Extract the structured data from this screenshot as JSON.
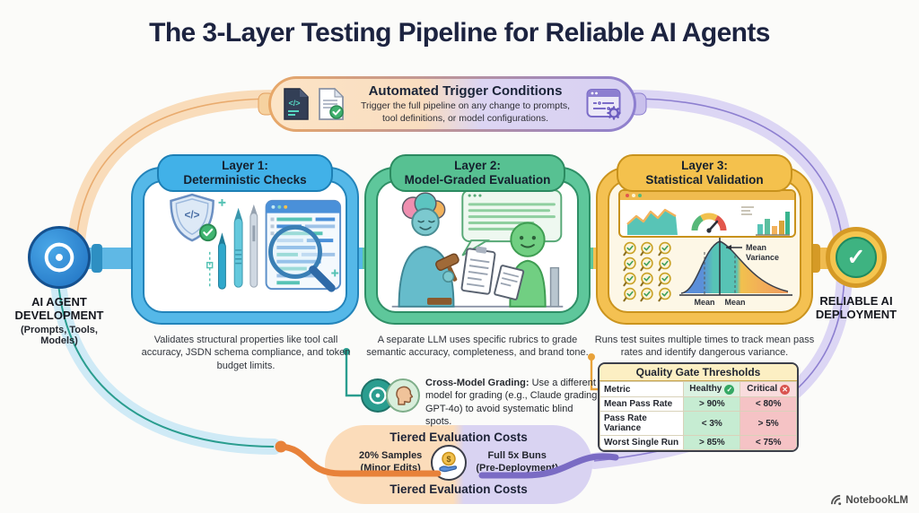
{
  "title": "The 3-Layer Testing Pipeline for Reliable AI Agents",
  "trigger": {
    "title": "Automated Trigger Conditions",
    "description": "Trigger the full pipeline on any change to prompts, tool definitions, or model configurations."
  },
  "nodes": {
    "start": {
      "line1": "AI AGENT",
      "line2": "DEVELOPMENT",
      "sublabel": "(Prompts, Tools, Models)"
    },
    "end": {
      "line1": "RELIABLE AI",
      "line2": "DEPLOYMENT"
    }
  },
  "layers": [
    {
      "title_line1": "Layer 1:",
      "title_line2": "Deterministic Checks",
      "description": "Validates structural properties like tool call accuracy, JSDN schema compliance, and token budget limits."
    },
    {
      "title_line1": "Layer 2:",
      "title_line2": "Model-Graded Evaluation",
      "description": "A separate LLM uses specific rubrics to grade semantic accuracy, completeness, and brand tone."
    },
    {
      "title_line1": "Layer 3:",
      "title_line2": "Statistical Validation",
      "description": "Runs test suites multiple times to track mean pass rates and identify dangerous variance."
    }
  ],
  "cross_model": {
    "label": "Cross-Model Grading:",
    "text": " Use a different model for grading (e.g., Claude grading GPT-4o) to avoid systematic blind spots."
  },
  "quality_gate": {
    "title": "Quality Gate Thresholds",
    "columns": {
      "metric": "Metric",
      "healthy": "Healthy",
      "critical": "Critical"
    },
    "rows": [
      {
        "metric": "Mean Pass Rate",
        "healthy": "> 90%",
        "critical": "< 80%"
      },
      {
        "metric": "Pass Rate Variance",
        "healthy": "< 3%",
        "critical": "> 5%"
      },
      {
        "metric": "Worst Single Run",
        "healthy": "> 85%",
        "critical": "< 75%"
      }
    ]
  },
  "costs": {
    "title_top": "Tiered Evaluation Costs",
    "left_line1": "20% Samples",
    "left_line2": "(Minor Edits)",
    "right_line1": "Full 5x Buns",
    "right_line2": "(Pre-Deployment)",
    "title_bottom": "Tiered Evaluation Costs"
  },
  "bell_curve": {
    "annotation_line1": "Mean",
    "annotation_line2": "Variance",
    "label_left": "Mean",
    "label_right": "Mean"
  },
  "icons": {
    "check": "✓",
    "cross": "✕",
    "code_glyph": "</>",
    "dollar": "$"
  },
  "watermark": "NotebookLM",
  "colors": {
    "navy": "#1C2340",
    "blue": "#41B1E8",
    "green": "#57C192",
    "gold": "#F4C14D",
    "orange": "#E8833A",
    "purple": "#8D7FD0",
    "teal": "#2A9D8F",
    "healthy_bg": "#C6ECD2",
    "critical_bg": "#F5C3C5",
    "peach": "#FBDCBA",
    "lavender": "#D9D3F2"
  }
}
